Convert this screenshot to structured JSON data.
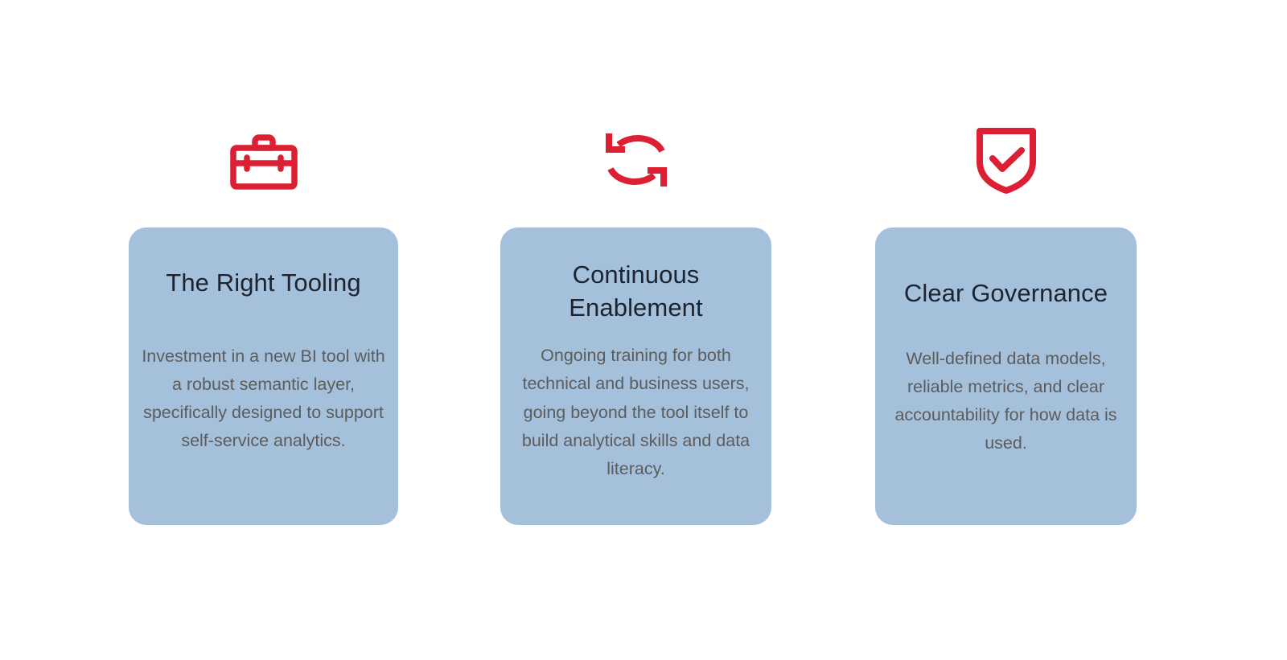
{
  "theme": {
    "page_background": "#ffffff",
    "card_background": "#a5c0da",
    "icon_color": "#dc1f32",
    "title_color": "#1b2430",
    "body_color": "#5c5c5c"
  },
  "cards": [
    {
      "icon": "toolbox-icon",
      "title": "The Right Tooling",
      "body": "Investment in a new BI tool with a robust semantic layer, specifically designed to support self-service analytics."
    },
    {
      "icon": "sync-arrows-icon",
      "title": "Continuous Enablement",
      "body": "Ongoing training for both technical and business users, going beyond the tool itself to build analytical skills and data literacy."
    },
    {
      "icon": "shield-check-icon",
      "title": "Clear Governance",
      "body": "Well-defined data models, reliable metrics, and clear accountability for how data is used."
    }
  ]
}
